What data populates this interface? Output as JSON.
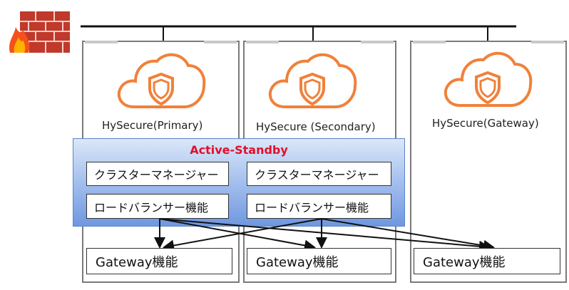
{
  "servers": [
    {
      "label": "HySecure(Primary)"
    },
    {
      "label": "HySecure (Secondary)"
    },
    {
      "label": "HySecure(Gateway)"
    }
  ],
  "cluster": {
    "title": "Active-Standby",
    "rows": [
      {
        "left": "クラスターマネージャー",
        "right": "クラスターマネージャー"
      },
      {
        "left": "ロードバランサー機能",
        "right": "ロードバランサー機能"
      }
    ]
  },
  "gateways": [
    "Gateway機能",
    "Gateway機能",
    "Gateway機能"
  ],
  "icons": {
    "firewall": "firewall-icon",
    "cloud_shield": "cloud-shield-icon"
  },
  "colors": {
    "cloud_stroke": "#f0813a",
    "cluster_title": "#e3102a",
    "cluster_fill": "#6f97e0"
  }
}
